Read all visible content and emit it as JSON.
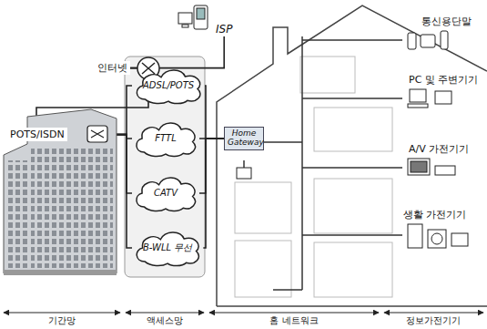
{
  "diagram": {
    "nodes": [
      {
        "text": [
          "ISP"
        ]
      },
      {
        "text": [
          "인터넷"
        ]
      },
      {
        "text": [
          "POTS/ISDN"
        ]
      },
      {
        "text": [
          "ADSL/POTS"
        ]
      },
      {
        "text": [
          "FTTL"
        ]
      },
      {
        "text": [
          "CATV"
        ]
      },
      {
        "text": [
          "B-WLL 무선"
        ]
      },
      {
        "text": [
          "Home Gateway"
        ]
      },
      {
        "text": [
          "통신용단말"
        ]
      },
      {
        "text": [
          "PC 및 주변기기"
        ]
      },
      {
        "text": [
          "A/V 가전기기"
        ]
      },
      {
        "text": [
          "생활 가전기기"
        ]
      }
    ],
    "edges": [
      {
        "from": 0,
        "to": 1,
        "arrow": "none"
      },
      {
        "from": 1,
        "to": 2,
        "arrow": "none"
      },
      {
        "from": 2,
        "to": 3,
        "arrow": "none"
      },
      {
        "from": 2,
        "to": 4,
        "arrow": "none"
      },
      {
        "from": 2,
        "to": 5,
        "arrow": "none"
      },
      {
        "from": 2,
        "to": 6,
        "arrow": "none"
      },
      {
        "from": 3,
        "to": 7,
        "arrow": "none"
      },
      {
        "from": 4,
        "to": 7,
        "arrow": "none"
      },
      {
        "from": 5,
        "to": 7,
        "arrow": "none"
      },
      {
        "from": 6,
        "to": 7,
        "arrow": "none"
      }
    ],
    "labels": [
      "기간망",
      "액세스망",
      "홈 네트워크",
      "정보가전기기"
    ]
  }
}
